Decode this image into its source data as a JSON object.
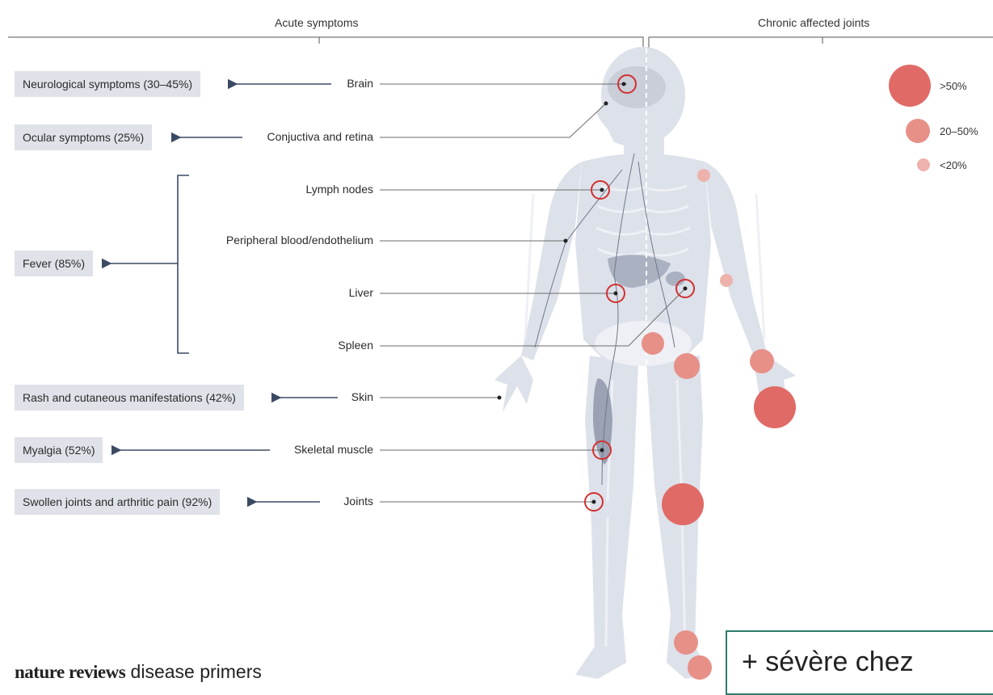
{
  "headers": {
    "acute": "Acute symptoms",
    "chronic": "Chronic affected joints"
  },
  "symptom_boxes": [
    {
      "label": "Neurological symptoms (30–45%)"
    },
    {
      "label": "Ocular symptoms  (25%)"
    },
    {
      "label": "Fever (85%)"
    },
    {
      "label": "Rash and cutaneous manifestations (42%)"
    },
    {
      "label": "Myalgia (52%)"
    },
    {
      "label": "Swollen joints and arthritic pain (92%)"
    }
  ],
  "organs": [
    {
      "label": "Brain"
    },
    {
      "label": "Conjuctiva and retina"
    },
    {
      "label": "Lymph nodes"
    },
    {
      "label": "Peripheral blood/endothelium"
    },
    {
      "label": "Liver"
    },
    {
      "label": "Spleen"
    },
    {
      "label": "Skin"
    },
    {
      "label": "Skeletal muscle"
    },
    {
      "label": "Joints"
    }
  ],
  "legend": [
    {
      "label": ">50%",
      "color": "#e06a66"
    },
    {
      "label": "20–50%",
      "color": "#e79088"
    },
    {
      "label": "<20%",
      "color": "#edb2ab"
    }
  ],
  "logo": {
    "bold": "nature reviews",
    "rest": " disease primers"
  },
  "overlay": {
    "text": "+ sévère chez"
  },
  "colors": {
    "arrow": "#3b4a63",
    "leader": "#6b6b6b",
    "body": "#dde1ea",
    "bone": "#eef0f5",
    "replication": "#d32f2f"
  }
}
